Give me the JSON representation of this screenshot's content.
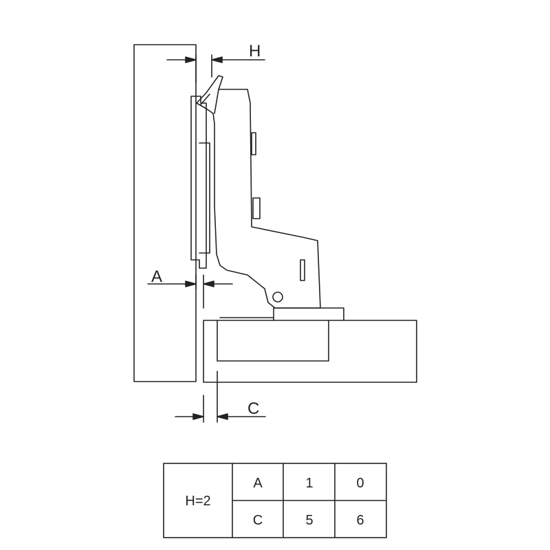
{
  "dimensions": {
    "h_label": "H",
    "a_label": "A",
    "c_label": "C"
  },
  "table": {
    "h_value": "H=2",
    "rows": [
      {
        "label": "A",
        "values": [
          "1",
          "0"
        ]
      },
      {
        "label": "C",
        "values": [
          "5",
          "6"
        ]
      }
    ]
  }
}
